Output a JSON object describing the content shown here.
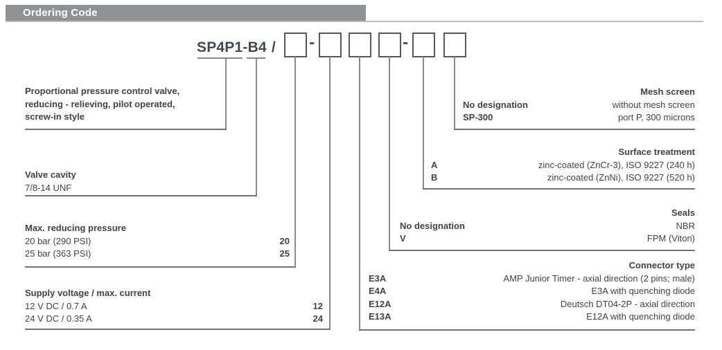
{
  "header": {
    "title": "Ordering Code"
  },
  "model": {
    "prefix": "SP4P1",
    "dash": "-",
    "suffix": "B4",
    "slash": "/",
    "box_separator": "-"
  },
  "colors": {
    "header_bar": "#8f9295",
    "header_text": "#ffffff",
    "body_text": "#3f4347",
    "model_text": "#3e4a54",
    "leader_line": "#85878a",
    "table_rule": "#6f7173",
    "box_border": "#54565a"
  },
  "tables": {
    "description": {
      "lines": [
        "Proportional pressure control valve,",
        "reducing - relieving, pilot operated,",
        "screw-in style"
      ]
    },
    "valve_cavity": {
      "title": "Valve cavity",
      "rows": [
        {
          "label": "7/8-14 UNF"
        }
      ]
    },
    "max_reducing_pressure": {
      "title": "Max. reducing pressure",
      "rows": [
        {
          "label": "20 bar (290 PSI)",
          "code": "20"
        },
        {
          "label": "25 bar (363 PSI)",
          "code": "25"
        }
      ]
    },
    "supply_voltage": {
      "title": "Supply voltage / max. current",
      "rows": [
        {
          "label": "12 V DC / 0.7 A",
          "code": "12"
        },
        {
          "label": "24 V DC / 0.35 A",
          "code": "24"
        }
      ]
    },
    "mesh_screen": {
      "title": "Mesh screen",
      "rows": [
        {
          "code": "No designation",
          "label": "without mesh screen"
        },
        {
          "code": "SP-300",
          "label": "port P, 300 microns"
        }
      ]
    },
    "surface_treatment": {
      "title": "Surface treatment",
      "rows": [
        {
          "code": "A",
          "label": "zinc-coated (ZnCr-3), ISO 9227 (240 h)"
        },
        {
          "code": "B",
          "label": "zinc-coated (ZnNi), ISO 9227 (520 h)"
        }
      ]
    },
    "seals": {
      "title": "Seals",
      "rows": [
        {
          "code": "No designation",
          "label": "NBR"
        },
        {
          "code": "V",
          "label": "FPM (Viton)"
        }
      ]
    },
    "connector_type": {
      "title": "Connector type",
      "rows": [
        {
          "code": "E3A",
          "label": "AMP Junior Timer - axial direction (2 pins; male)"
        },
        {
          "code": "E4A",
          "label": "E3A with quenching diode"
        },
        {
          "code": "E12A",
          "label": "Deutsch DT04-2P - axial direction"
        },
        {
          "code": "E13A",
          "label": "E12A with quenching diode"
        }
      ]
    }
  }
}
